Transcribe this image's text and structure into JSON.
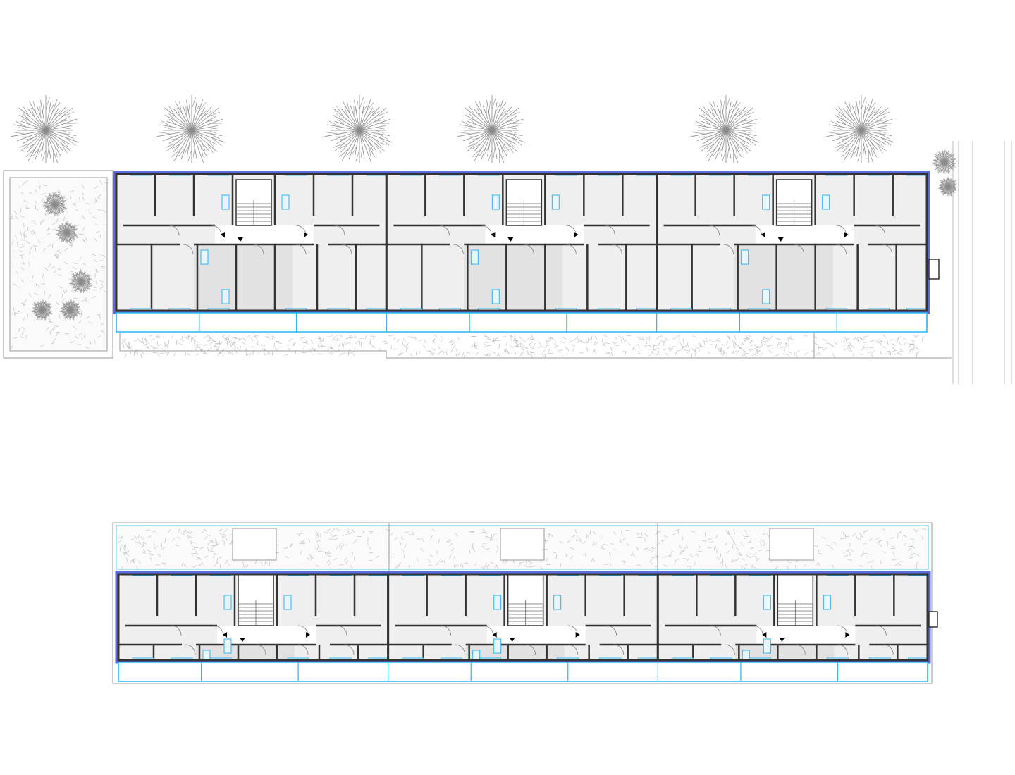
{
  "colors": {
    "background": "#ffffff",
    "wall": "#333333",
    "room_fill": "#efefef",
    "service_room_fill": "#e2e2e2",
    "corridor_fill": "#ffffff",
    "glazing": "#29b6f6",
    "facade": "#5b6be0",
    "landscape_line": "#9a9a9a",
    "tree_line": "#8a8a8a"
  },
  "ground_floor_plan": {
    "modules": 3,
    "trees": 6,
    "has_left_garden": true
  },
  "upper_floor_plan": {
    "modules": 3,
    "has_roof_terrace": true
  }
}
